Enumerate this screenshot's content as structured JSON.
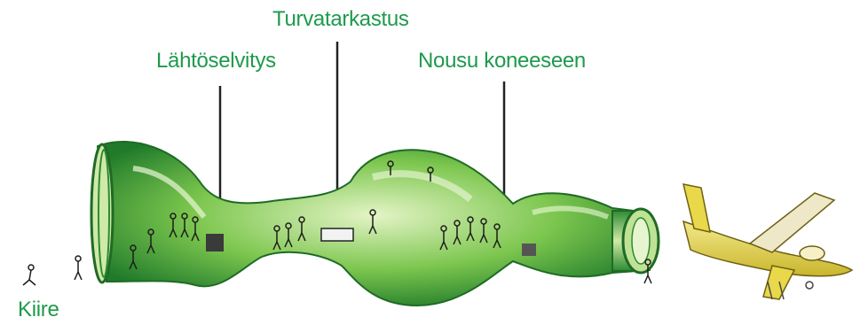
{
  "labels": {
    "checkin": "Lähtöselvitys",
    "security": "Turvatarkastus",
    "boarding": "Nousu koneeseen",
    "rush": "Kiire"
  },
  "colors": {
    "label_green": "#1e9a4c",
    "bottle_dark": "#1f7a2a",
    "bottle_mid": "#4fb43c",
    "bottle_light": "#d9efb8",
    "plane_yellow": "#e8d84a",
    "plane_dark": "#8a7a18",
    "ink": "#222222"
  }
}
